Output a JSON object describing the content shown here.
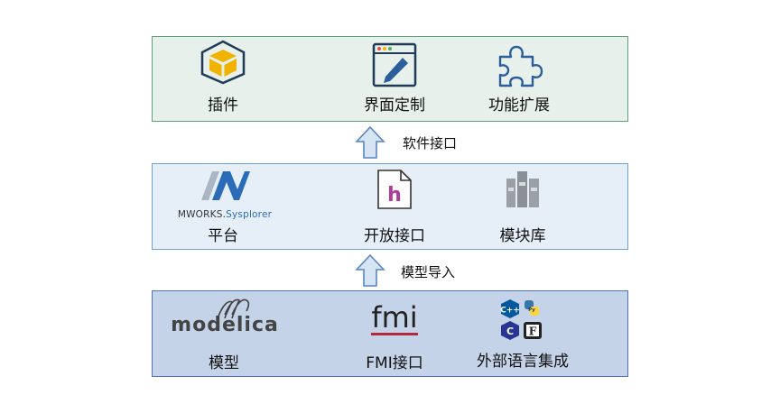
{
  "layers": {
    "top": {
      "items": [
        {
          "label": "插件",
          "icon": "package-box-icon"
        },
        {
          "label": "界面定制",
          "icon": "window-pen-icon"
        },
        {
          "label": "功能扩展",
          "icon": "puzzle-piece-icon"
        }
      ]
    },
    "middle": {
      "items": [
        {
          "label": "平台",
          "icon": "mworks-logo-icon",
          "logo_text": "MWORKS.",
          "logo_text_accent": "Sysplorer"
        },
        {
          "label": "开放接口",
          "icon": "header-file-icon",
          "icon_letter": "h"
        },
        {
          "label": "模块库",
          "icon": "library-books-icon"
        }
      ]
    },
    "bottom": {
      "items": [
        {
          "label": "模型",
          "icon": "modelica-logo-icon",
          "logo_text": "modelica"
        },
        {
          "label": "FMI接口",
          "icon": "fmi-logo-icon",
          "logo_text": "fmi"
        },
        {
          "label": "外部语言集成",
          "icon": "languages-icon",
          "glyphs": [
            "C++",
            "Py",
            "C",
            "F"
          ]
        }
      ]
    }
  },
  "arrows": {
    "upper": "软件接口",
    "lower": "模型导入"
  },
  "colors": {
    "top_fill": "#e7f0ea",
    "top_border": "#5e9e78",
    "mid_fill": "#e6eff8",
    "mid_border": "#6fa0d2",
    "bottom_fill": "#c4d3e7",
    "bottom_border": "#5273b3",
    "arrow_fill": "#d6e4f3",
    "arrow_stroke": "#5a86c0",
    "icon_blue": "#1f3b57",
    "mworks_blue": "#2b6cb8",
    "fmi_red": "#b52a3a"
  }
}
